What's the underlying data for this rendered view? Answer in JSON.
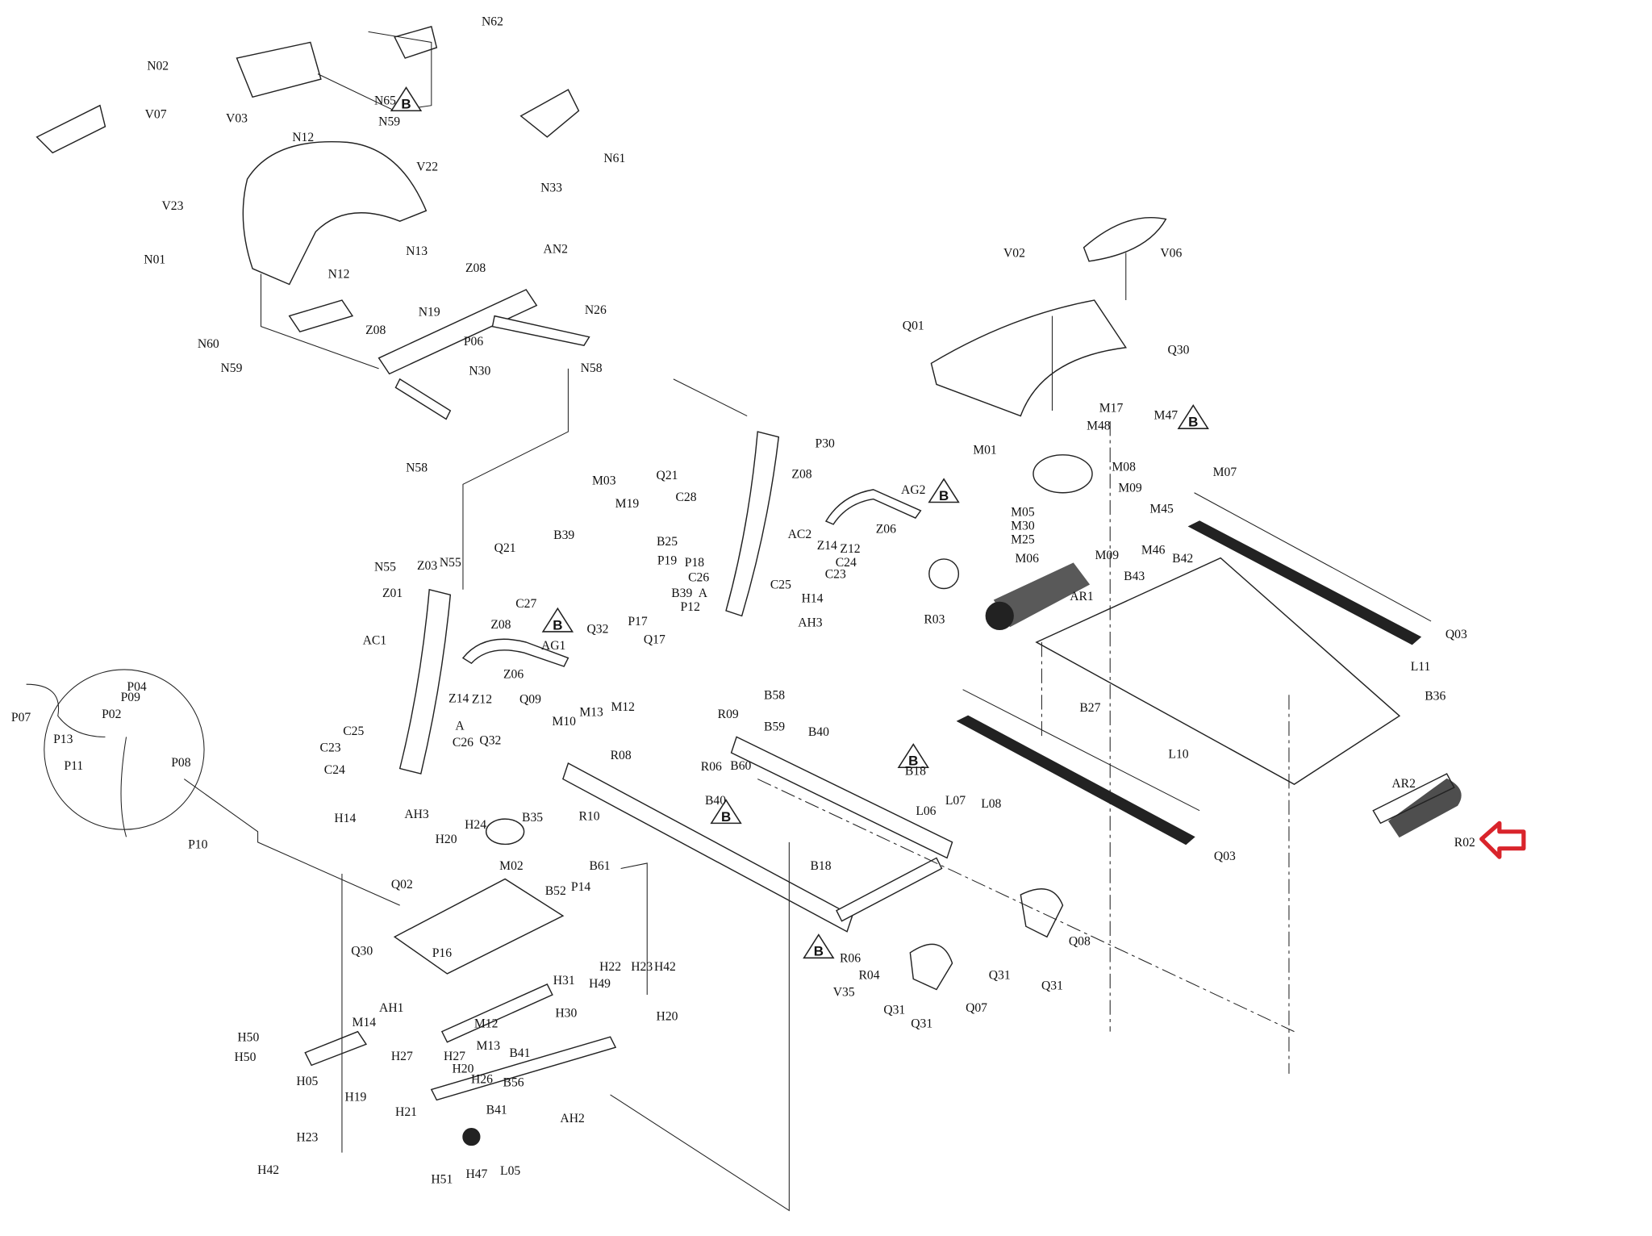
{
  "diagram": {
    "type": "exploded parts diagram",
    "highlight_color": "#d9242b",
    "highlighted_part": "R02",
    "callout_symbol": "B",
    "labels": [
      "N02",
      "N62",
      "N65",
      "N59",
      "V07",
      "V03",
      "N12",
      "V22",
      "N61",
      "N33",
      "V23",
      "N01",
      "N13",
      "N12",
      "Z08",
      "AN2",
      "N19",
      "N26",
      "Z08",
      "P06",
      "N60",
      "N30",
      "N59",
      "N58",
      "N58",
      "V02",
      "V06",
      "Q01",
      "Q30",
      "M17",
      "M48",
      "M47",
      "M01",
      "M08",
      "M07",
      "M09",
      "M05",
      "M45",
      "M30",
      "M25",
      "M09",
      "M46",
      "M06",
      "B42",
      "B43",
      "Q21",
      "P30",
      "Z08",
      "C28",
      "AG2",
      "Z06",
      "Z14",
      "Z12",
      "M03",
      "M19",
      "B39",
      "B25",
      "AC2",
      "P18",
      "P19",
      "C24",
      "C26",
      "C23",
      "C25",
      "B39",
      "P12",
      "A",
      "H14",
      "P17",
      "AH3",
      "AR1",
      "R03",
      "Q03",
      "L11",
      "B36",
      "B27",
      "L10",
      "R02",
      "AR2",
      "Q03",
      "N55",
      "Z03",
      "N55",
      "Q21",
      "Z01",
      "C27",
      "Z08",
      "AC1",
      "AG1",
      "Q32",
      "Q17",
      "Z06",
      "Z14",
      "Z12",
      "Q09",
      "M13",
      "M12",
      "M10",
      "R09",
      "B58",
      "B59",
      "A",
      "C25",
      "C23",
      "C26",
      "C24",
      "Q32",
      "R08",
      "R06",
      "B60",
      "B40",
      "B18",
      "L06",
      "L07",
      "L08",
      "P04",
      "P09",
      "P02",
      "P07",
      "P13",
      "P11",
      "P08",
      "P10",
      "H14",
      "AH3",
      "H24",
      "H20",
      "B35",
      "R10",
      "B40",
      "M02",
      "B61",
      "B52",
      "P14",
      "B18",
      "R06",
      "R04",
      "Q08",
      "Q31",
      "Q31",
      "V35",
      "Q31",
      "Q31",
      "Q07",
      "Q02",
      "P16",
      "Q30",
      "H22",
      "H23",
      "H42",
      "H31",
      "H49",
      "H20",
      "AH1",
      "M14",
      "M12",
      "M13",
      "H30",
      "H50",
      "H50",
      "H27",
      "H27",
      "H05",
      "H26",
      "B56",
      "B41",
      "H20",
      "H19",
      "H21",
      "B41",
      "AH2",
      "H23",
      "H42",
      "H51",
      "H47",
      "L05"
    ]
  }
}
